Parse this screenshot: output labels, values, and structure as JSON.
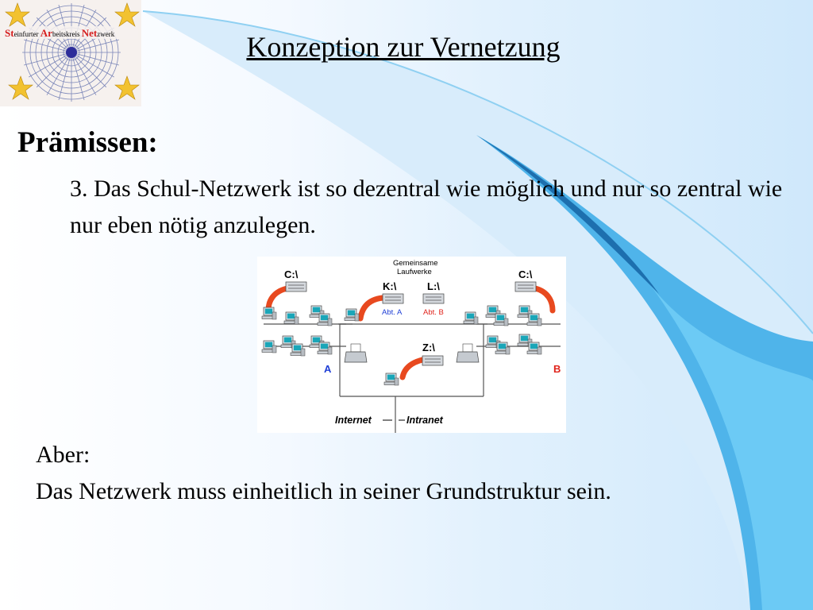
{
  "slide": {
    "title": "Konzeption zur Vernetzung",
    "premises_heading": "Prämissen:",
    "premise_text": "3. Das Schul-Netzwerk ist so dezentral wie möglich und nur so zentral wie nur eben nötig anzulegen.",
    "but_label": "Aber:",
    "but_text": "Das Netzwerk muss einheitlich in seiner Grundstruktur sein."
  },
  "logo": {
    "s1": "St",
    "t1": "einfurter ",
    "s2": "Ar",
    "t2": "beitskreis ",
    "s3": "Net",
    "t3": "zwerk",
    "icon": "spider-web-stars-logo"
  },
  "diagram": {
    "shared_drives_line1": "Gemeinsame",
    "shared_drives_line2": "Laufwerke",
    "drive_c_left": "C:\\",
    "drive_c_right": "C:\\",
    "drive_k": "K:\\",
    "drive_l": "L:\\",
    "drive_z": "Z:\\",
    "dept_a_drive": "Abt. A",
    "dept_b_drive": "Abt. B",
    "zone_a": "A",
    "zone_b": "B",
    "internet": "Internet",
    "intranet": "Intranet",
    "colors": {
      "dept_a": "#1f3fd6",
      "dept_b": "#e0241c",
      "arrow": "#e8491f",
      "wire": "#555555"
    }
  }
}
